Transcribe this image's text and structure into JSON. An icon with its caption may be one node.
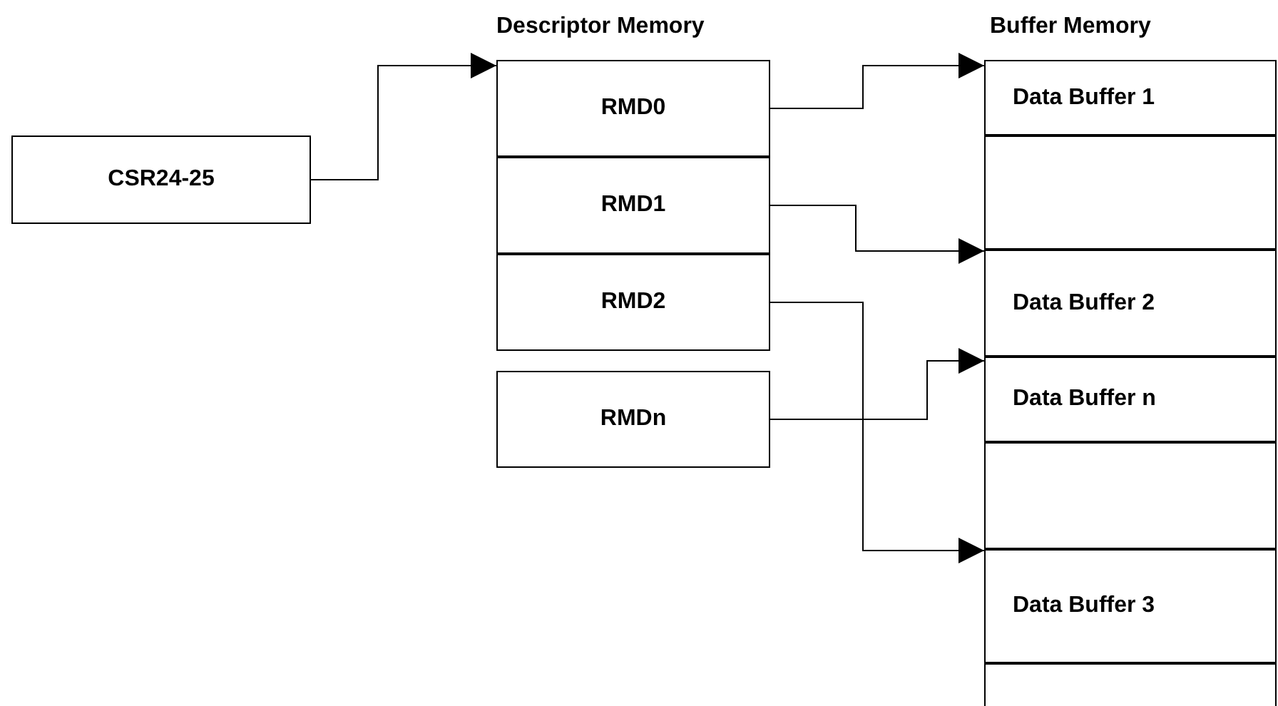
{
  "diagram": {
    "nodes": [
      {
        "text": [
          "CSR24-25"
        ]
      },
      {
        "text": [
          "RMD0"
        ]
      },
      {
        "text": [
          "RMD1"
        ]
      },
      {
        "text": [
          "RMD2"
        ]
      },
      {
        "text": [
          "RMDn"
        ]
      },
      {
        "text": [
          "Data Buffer 1"
        ]
      },
      {
        "text": [],
        "shape": "box"
      },
      {
        "text": [
          "Data Buffer 2"
        ]
      },
      {
        "text": [
          "Data Buffer n"
        ]
      },
      {
        "text": [],
        "shape": "box"
      },
      {
        "text": [
          "Data Buffer 3"
        ]
      },
      {
        "text": [],
        "shape": "box"
      }
    ],
    "edges": [
      {
        "from": 0,
        "to": 1,
        "arrow": "to"
      },
      {
        "from": 1,
        "to": 5,
        "arrow": "to"
      },
      {
        "from": 2,
        "to": 7,
        "arrow": "to"
      },
      {
        "from": 3,
        "to": 10,
        "arrow": "to"
      },
      {
        "from": 4,
        "to": 8,
        "arrow": "to"
      }
    ],
    "labels": [
      "Descriptor Memory",
      "Buffer Memory"
    ]
  }
}
